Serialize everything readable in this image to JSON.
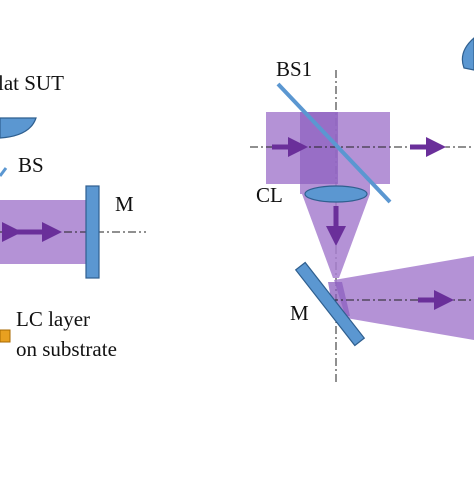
{
  "labels": {
    "flat_sut": "lat SUT",
    "bs_left": "BS",
    "m_left": "M",
    "lc_layer_line1": "LC layer",
    "lc_layer_line2": "on substrate",
    "bs1": "BS1",
    "cl": "CL",
    "m_right": "M"
  },
  "colors": {
    "beam": "#a77fcf",
    "beam_dark": "#8c5fbf",
    "arrow": "#6a2f9a",
    "mirror": "#5b97d1",
    "mirror_stroke": "#2f5f8f",
    "lc_layer": "#e8a020",
    "axis": "#222222",
    "text": "#111111"
  }
}
